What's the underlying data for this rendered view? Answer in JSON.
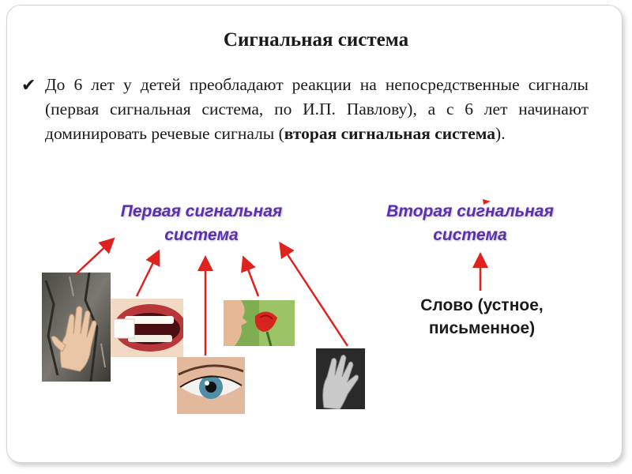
{
  "slide": {
    "title": "Сигнальная система",
    "bullet_check": "✔",
    "bullet_part1": "До 6 лет у детей преобладают реакции на непосредственные сигналы (первая сигнальная система, по И.П. Павлову), а с 6 лет начинают доминировать речевые сигналы (",
    "bullet_bold": "вторая сигнальная система",
    "bullet_part2": ")."
  },
  "diagram": {
    "first_system_line1": "Первая сигнальная",
    "first_system_line2": "система",
    "second_system_line1": "Вторая сигнальная",
    "second_system_line2": "система",
    "word_line1": "Слово (устное,",
    "word_line2": "письменное)",
    "colors": {
      "heading": "#5b2fae",
      "arrow": "#e0221f",
      "text": "#1a1a1a"
    },
    "images": [
      "hand-on-bark",
      "mouth-with-sugar",
      "eye",
      "smelling-flower",
      "hand-palm"
    ]
  }
}
